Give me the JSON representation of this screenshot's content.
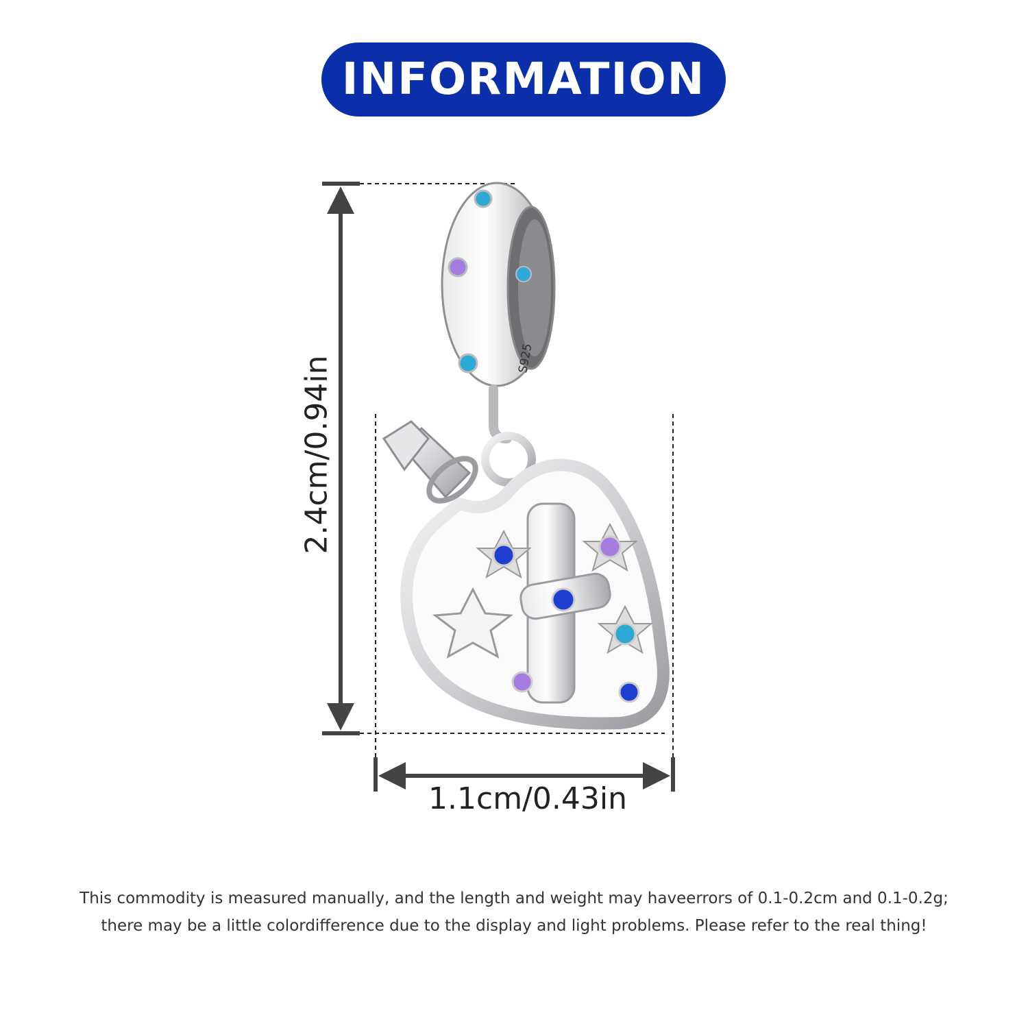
{
  "header": {
    "title": "INFORMATION"
  },
  "dimensions": {
    "height_label": "2.4cm/0.94in",
    "width_label": "1.1cm/0.43in"
  },
  "product": {
    "stamp": "S925"
  },
  "disclaimer": {
    "line1": "This commodity is measured manually, and the length and weight may haveerrors of 0.1-0.2cm and 0.1-0.2g;",
    "line2": "there may be a little colordifference due to the display and light problems. Please refer to the real thing!"
  },
  "colors": {
    "badge": "#0a2fa8",
    "silver": "#d9d9dc",
    "gem_blue": "#1f3fd0",
    "gem_purple": "#a57be0",
    "gem_aqua": "#2ea9d6"
  }
}
